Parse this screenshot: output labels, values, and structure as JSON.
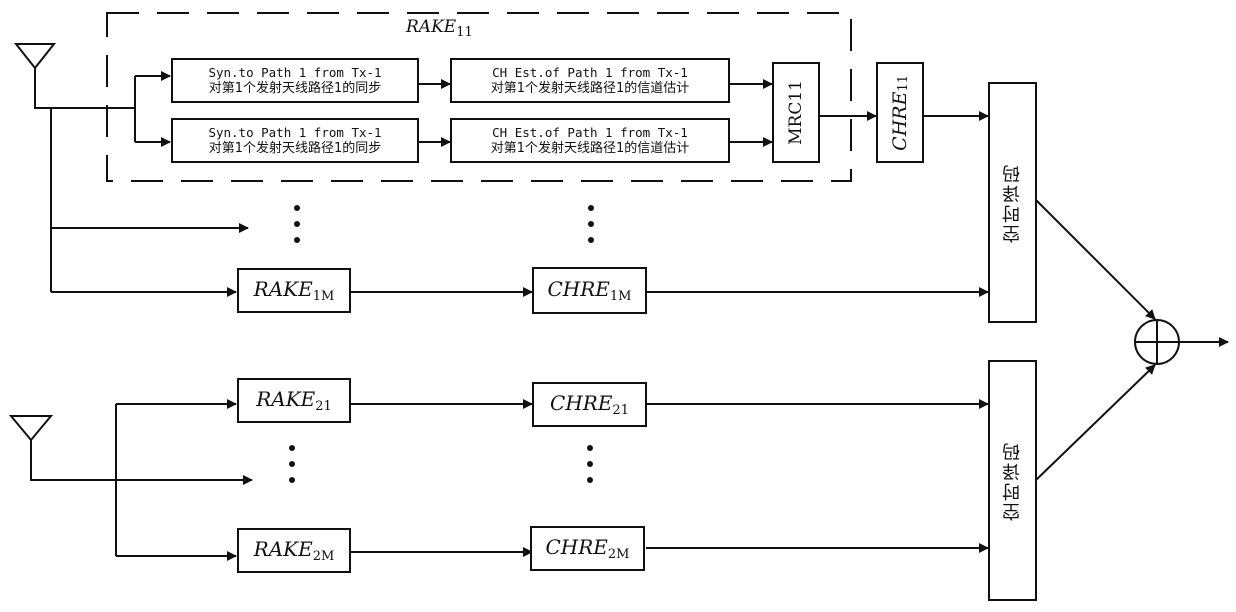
{
  "diagram": {
    "rake11_group": {
      "label_main": "RAKE",
      "label_sub": "11",
      "sync_blocks": [
        {
          "line1": "Syn.to Path 1 from Tx-1",
          "line2": "对第1个发射天线路径1的同步"
        },
        {
          "line1": "Syn.to Path 1 from Tx-1",
          "line2": "对第1个发射天线路径1的同步"
        }
      ],
      "chest_blocks": [
        {
          "line1": "CH Est.of Path 1 from Tx-1",
          "line2": "对第1个发射天线路径1的信道估计"
        },
        {
          "line1": "CH Est.of Path 1 from Tx-1",
          "line2": "对第1个发射天线路径1的信道估计"
        }
      ],
      "mrc_label": "MRC11"
    },
    "chre11": {
      "main": "CHRE",
      "sub": "11"
    },
    "rake1M": {
      "main": "RAKE",
      "sub": "1M"
    },
    "chre1M": {
      "main": "CHRE",
      "sub": "1M"
    },
    "rake21": {
      "main": "RAKE",
      "sub": "21"
    },
    "chre21": {
      "main": "CHRE",
      "sub": "21"
    },
    "rake2M": {
      "main": "RAKE",
      "sub": "2M"
    },
    "chre2M": {
      "main": "CHRE",
      "sub": "2M"
    },
    "stbc_decoder_1": "空时译码",
    "stbc_decoder_2": "空时译码",
    "combiner_symbol": "⊕"
  }
}
